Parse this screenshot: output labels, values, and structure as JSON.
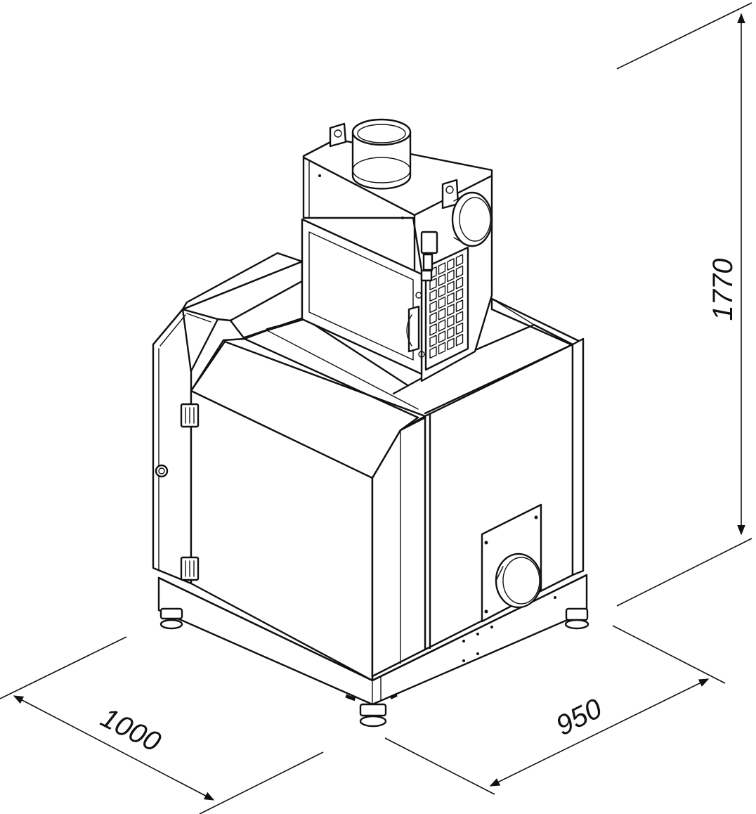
{
  "dimensions": {
    "height": "1770",
    "depth": "1000",
    "width": "950"
  },
  "colors": {
    "line": "#111111",
    "background": "#ffffff"
  }
}
